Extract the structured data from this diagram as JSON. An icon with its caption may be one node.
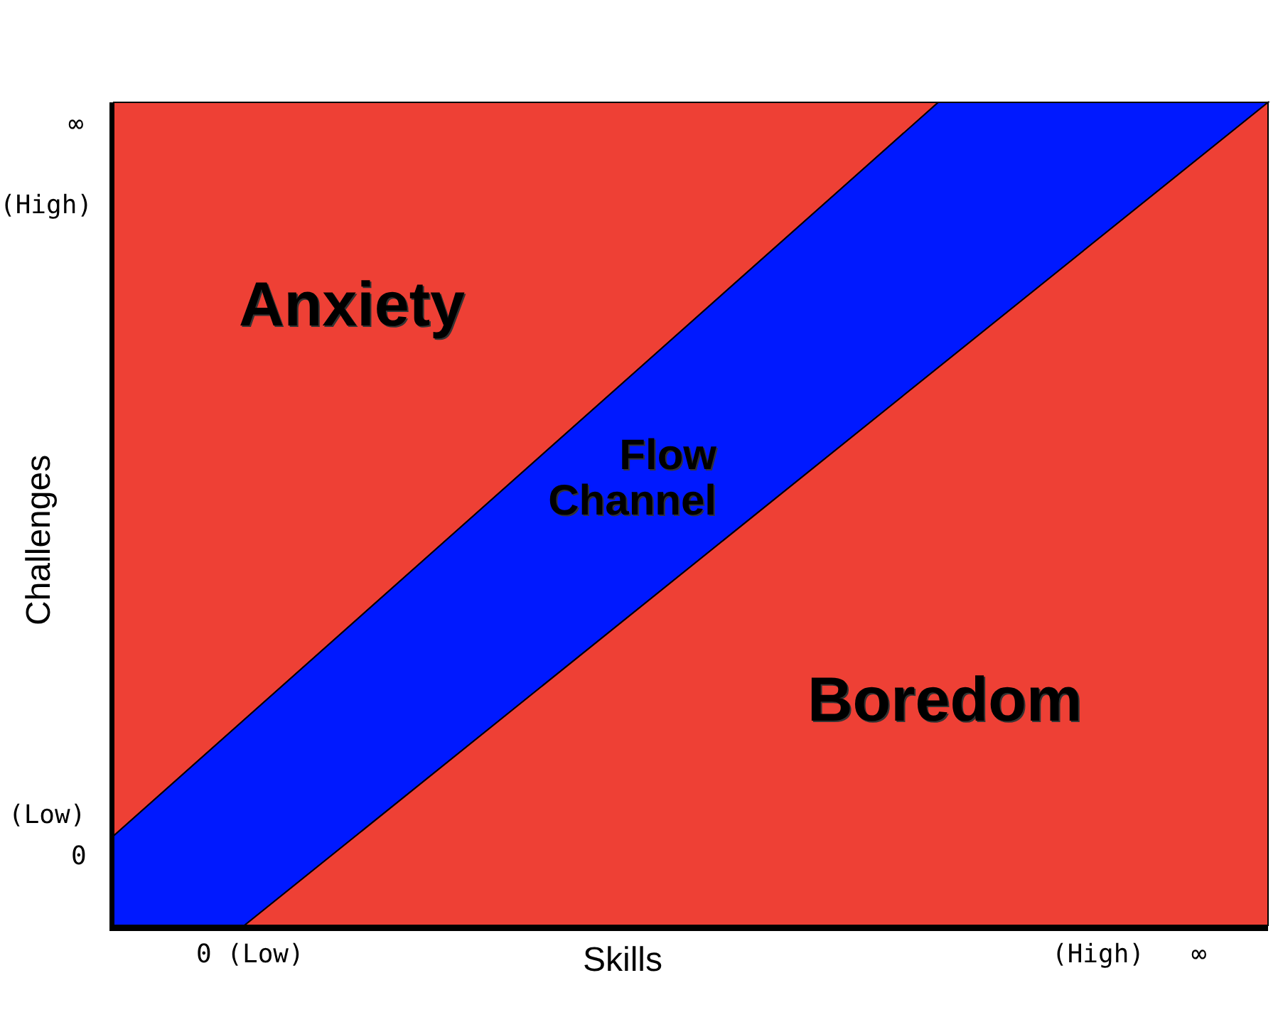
{
  "diagram": {
    "nodes": [
      {
        "text": [
          "Anxiety"
        ]
      },
      {
        "text": [
          "Flow Channel"
        ]
      },
      {
        "text": [
          "Boredom"
        ]
      }
    ],
    "labels": [
      "∞",
      "(High)",
      "Challenges",
      "(Low)",
      "0",
      "0 (Low)",
      "Skills",
      "(High)",
      "∞"
    ]
  }
}
